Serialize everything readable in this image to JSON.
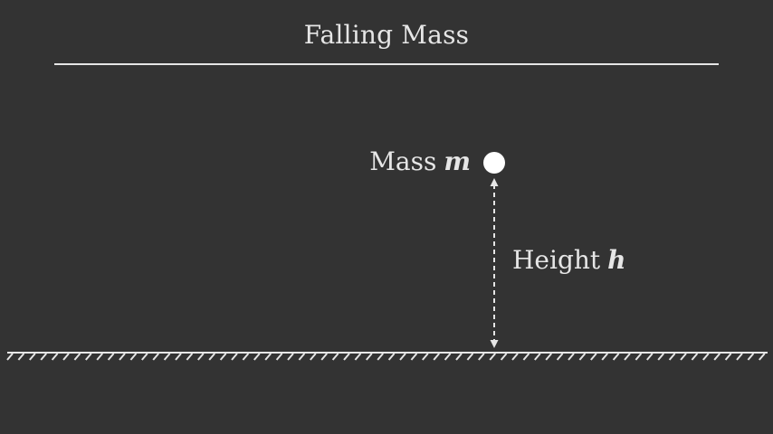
{
  "title": "Falling Mass",
  "mass": {
    "label": "Mass",
    "symbol": "m"
  },
  "height": {
    "label": "Height",
    "symbol": "h"
  },
  "colors": {
    "background": "#333333",
    "foreground": "#e6e6e6",
    "mass_dot": "#ffffff"
  }
}
